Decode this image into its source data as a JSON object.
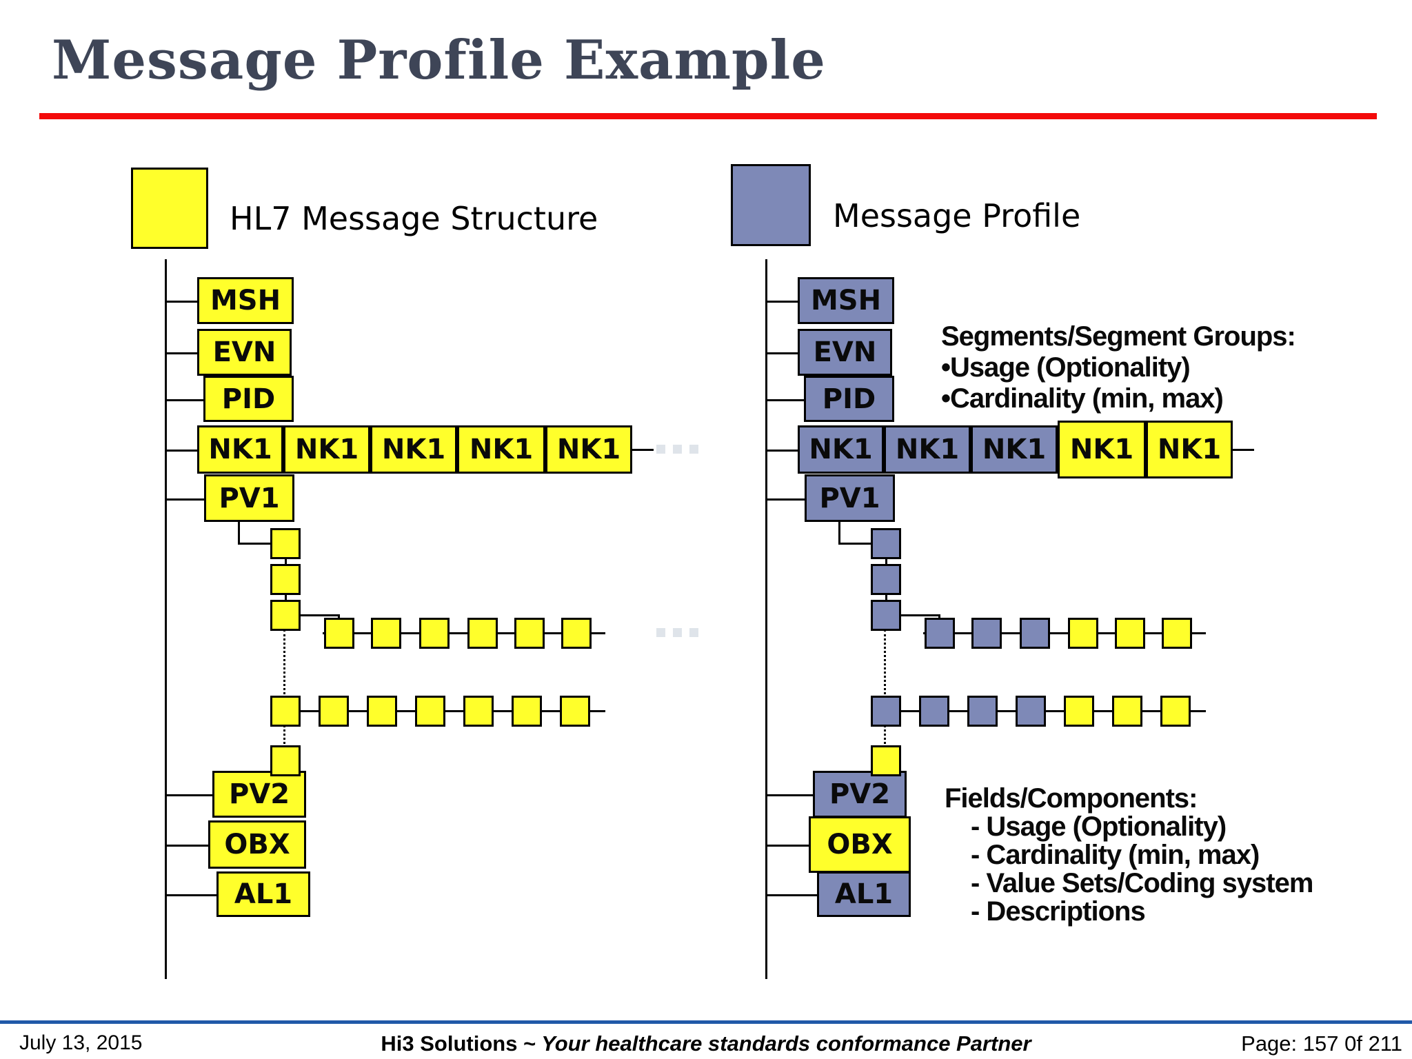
{
  "title": "Message Profile Example",
  "legend": {
    "left": {
      "label": "HL7 Message Structure",
      "swatch_color": "yellow"
    },
    "right": {
      "label": "Message Profile",
      "swatch_color": "blue"
    }
  },
  "colors": {
    "yellow": "#ffff2b",
    "blue": "#7e89b7",
    "title": "#3e4557",
    "accent_red": "#f30b0b",
    "footer_line": "#2059a8",
    "ellipsis": "#dfe4ea"
  },
  "annotations": {
    "segments": {
      "heading": "Segments/Segment Groups:",
      "bullets": [
        "•Usage (Optionality)",
        "•Cardinality (min, max)"
      ]
    },
    "fields": {
      "heading": "Fields/Components:",
      "bullets": [
        "- Usage (Optionality)",
        "- Cardinality (min, max)",
        "- Value Sets/Coding system",
        "- Descriptions"
      ]
    }
  },
  "trees": [
    {
      "id": "hl7-message-structure",
      "show_ellipses": true,
      "segments": [
        {
          "label": "MSH",
          "color": "yellow"
        },
        {
          "label": "EVN",
          "color": "yellow"
        },
        {
          "label": "PID",
          "color": "yellow"
        },
        {
          "label": "NK1",
          "color": "yellow"
        },
        {
          "label": "PV1",
          "color": "yellow"
        },
        {
          "label": "PV2",
          "color": "yellow"
        },
        {
          "label": "OBX",
          "color": "yellow"
        },
        {
          "label": "AL1",
          "color": "yellow"
        }
      ],
      "nk1_repeats": [
        {
          "label": "NK1",
          "color": "yellow"
        },
        {
          "label": "NK1",
          "color": "yellow"
        },
        {
          "label": "NK1",
          "color": "yellow"
        },
        {
          "label": "NK1",
          "color": "yellow"
        }
      ],
      "stack": [
        "yellow",
        "yellow",
        "yellow"
      ],
      "row1": [
        "yellow",
        "yellow",
        "yellow",
        "yellow",
        "yellow",
        "yellow"
      ],
      "row2": [
        "yellow",
        "yellow",
        "yellow",
        "yellow",
        "yellow",
        "yellow",
        "yellow"
      ],
      "tail": "yellow"
    },
    {
      "id": "message-profile",
      "show_ellipses": false,
      "segments": [
        {
          "label": "MSH",
          "color": "blue"
        },
        {
          "label": "EVN",
          "color": "blue"
        },
        {
          "label": "PID",
          "color": "blue"
        },
        {
          "label": "NK1",
          "color": "blue"
        },
        {
          "label": "PV1",
          "color": "blue"
        },
        {
          "label": "PV2",
          "color": "blue"
        },
        {
          "label": "OBX",
          "color": "yellow",
          "pop": true
        },
        {
          "label": "AL1",
          "color": "blue"
        }
      ],
      "nk1_repeats": [
        {
          "label": "NK1",
          "color": "blue"
        },
        {
          "label": "NK1",
          "color": "blue"
        },
        {
          "label": "NK1",
          "color": "yellow",
          "pop": true
        },
        {
          "label": "NK1",
          "color": "yellow",
          "pop": true
        }
      ],
      "stack": [
        "blue",
        "blue",
        "blue"
      ],
      "row1": [
        "blue",
        "blue",
        "blue",
        "yellow",
        "yellow",
        "yellow"
      ],
      "row2": [
        "blue",
        "blue",
        "blue",
        "blue",
        "yellow",
        "yellow",
        "yellow"
      ],
      "tail": "yellow"
    }
  ],
  "footer": {
    "date": "July 13, 2015",
    "company": "Hi3 Solutions ~",
    "tagline": " Your healthcare standards conformance Partner",
    "page": "Page: 157 0f 211"
  }
}
